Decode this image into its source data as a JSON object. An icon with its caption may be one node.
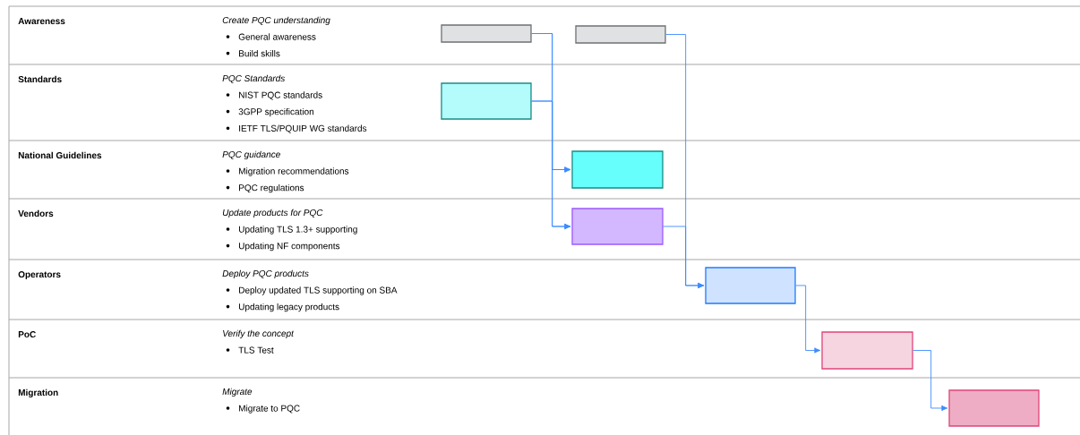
{
  "diagram": {
    "nodes": [
      {
        "text": [],
        "shape": "box"
      },
      {
        "text": [],
        "shape": "box"
      },
      {
        "text": [],
        "shape": "box"
      },
      {
        "text": [],
        "shape": "box"
      },
      {
        "text": [],
        "shape": "box"
      },
      {
        "text": [],
        "shape": "box"
      },
      {
        "text": [],
        "shape": "box"
      },
      {
        "text": [],
        "shape": "box"
      }
    ],
    "edges": [
      {
        "from": 0,
        "to": 3,
        "arrow": "to"
      },
      {
        "from": 0,
        "to": 4,
        "arrow": "to"
      },
      {
        "from": 2,
        "to": 3,
        "arrow": "to"
      },
      {
        "from": 2,
        "to": 4,
        "arrow": "to"
      },
      {
        "from": 1,
        "to": 5,
        "arrow": "to"
      },
      {
        "from": 4,
        "to": 5,
        "arrow": "to"
      },
      {
        "from": 5,
        "to": 6,
        "arrow": "to"
      },
      {
        "from": 6,
        "to": 7,
        "arrow": "to"
      }
    ],
    "labels": [
      "Awareness",
      "Create PQC understanding",
      "General awareness",
      "Build skills",
      "Standards",
      "PQC Standards",
      "NIST PQC standards",
      "3GPP specification",
      "IETF TLS/PQUIP WG standards",
      "National Guidelines",
      "PQC guidance",
      "Migration recommendations",
      "PQC regulations",
      "Vendors",
      "Update products for PQC",
      "Updating TLS 1.3+ supporting",
      "Updating NF components",
      "Operators",
      "Deploy PQC products",
      "Deploy updated TLS supporting on SBA",
      "Updating legacy products",
      "PoC",
      "Verify the concept",
      "TLS Test",
      "Migration",
      "Migrate",
      "Migrate to PQC"
    ]
  }
}
